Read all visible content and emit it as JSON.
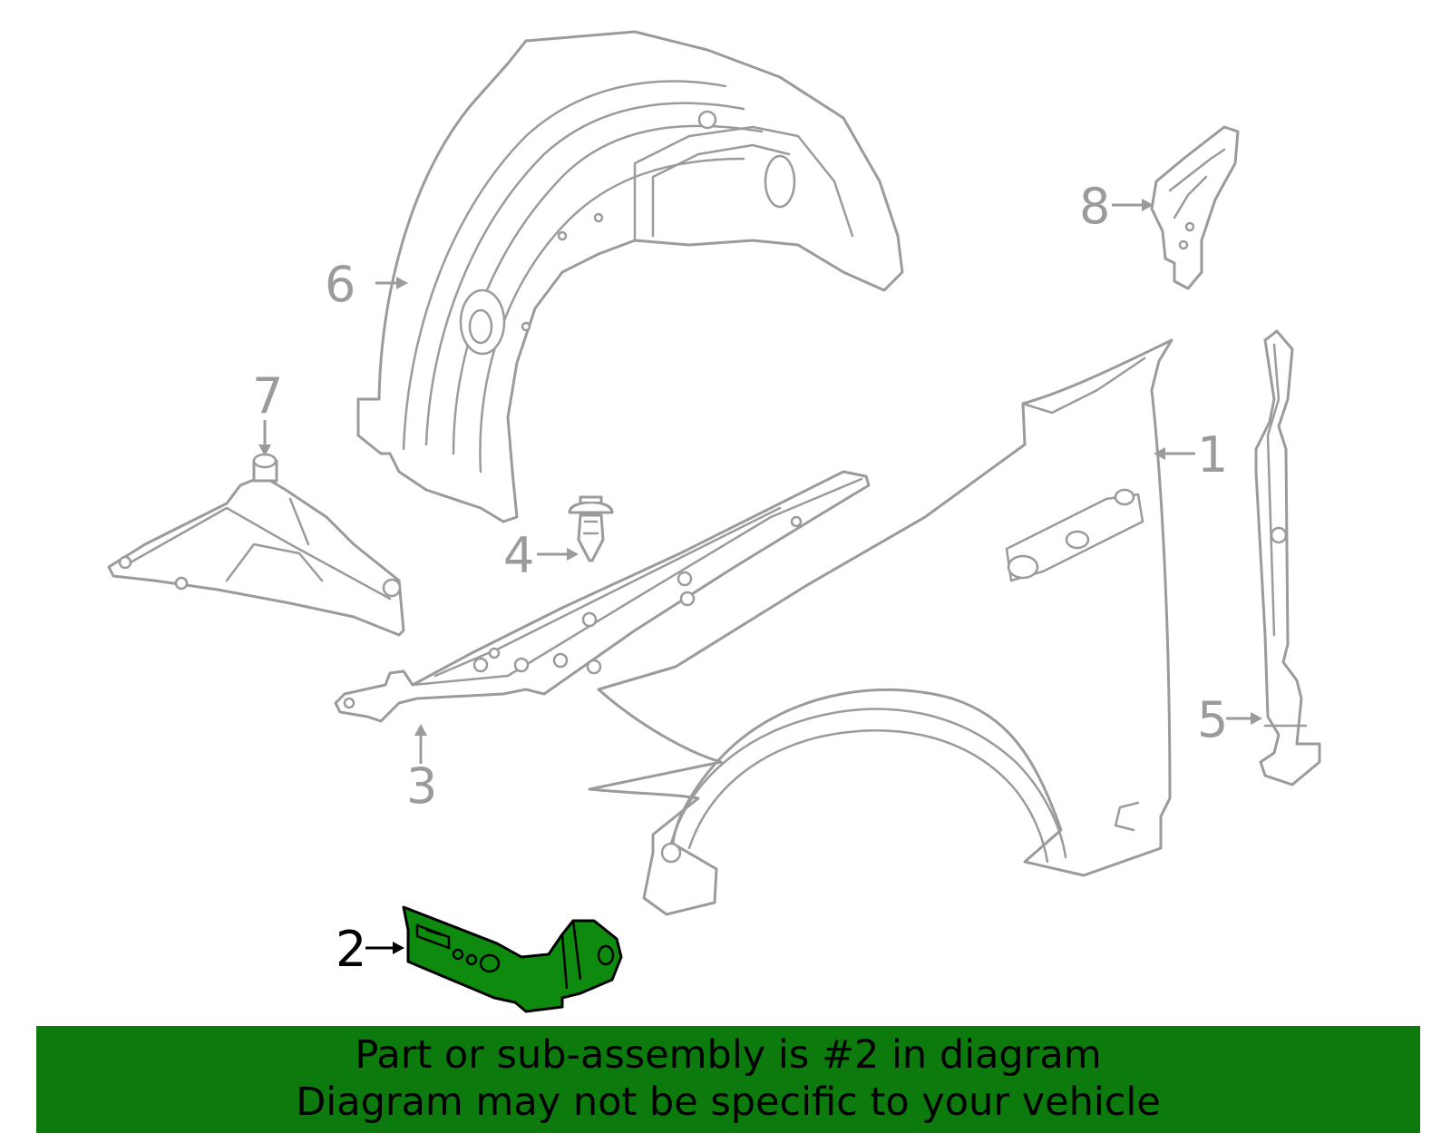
{
  "diagram": {
    "callouts": [
      {
        "id": "1",
        "label": "1",
        "highlighted": false
      },
      {
        "id": "2",
        "label": "2",
        "highlighted": true
      },
      {
        "id": "3",
        "label": "3",
        "highlighted": false
      },
      {
        "id": "4",
        "label": "4",
        "highlighted": false
      },
      {
        "id": "5",
        "label": "5",
        "highlighted": false
      },
      {
        "id": "6",
        "label": "6",
        "highlighted": false
      },
      {
        "id": "7",
        "label": "7",
        "highlighted": false
      },
      {
        "id": "8",
        "label": "8",
        "highlighted": false
      }
    ],
    "colors": {
      "part_outline": "#9b9b9b",
      "highlight_fill": "#0e8a0e",
      "banner_background": "#0d7a0d"
    }
  },
  "banner": {
    "line1": "Part or sub-assembly is #2 in diagram",
    "line2": "Diagram may not be specific to your vehicle"
  }
}
